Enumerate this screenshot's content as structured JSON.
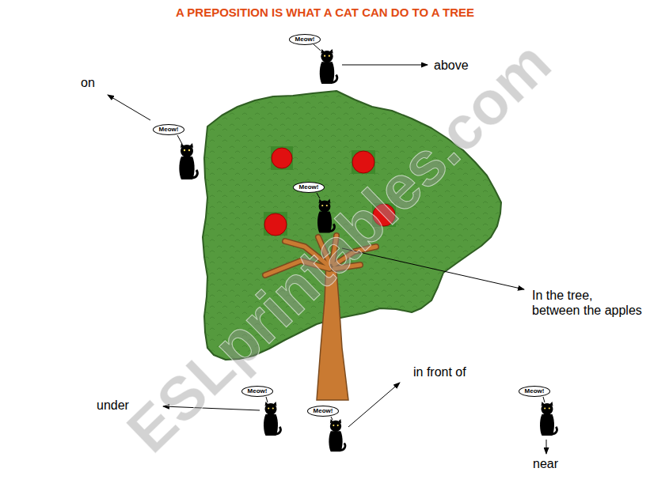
{
  "diagram": {
    "title": "A PREPOSITION IS WHAT A CAT CAN DO TO A TREE",
    "nodes": [
      {
        "text": [
          "Meow!"
        ]
      },
      {
        "text": [
          "Meow!"
        ]
      },
      {
        "text": [
          "Meow!"
        ]
      },
      {
        "text": [
          "Meow!"
        ]
      },
      {
        "text": [
          "Meow!"
        ]
      },
      {
        "text": [
          "Meow!"
        ]
      }
    ],
    "labels": [
      "above",
      "on",
      "In the tree, between the apples",
      "in front of",
      "under",
      "near",
      "ESLprintables.com"
    ]
  }
}
